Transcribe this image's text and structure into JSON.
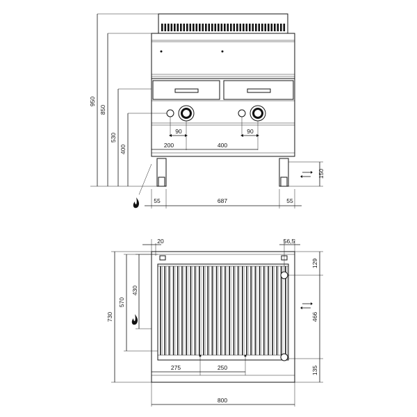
{
  "front_view": {
    "dims": {
      "h950": "950",
      "h850": "850",
      "h530": "530",
      "h400": "400",
      "h150": "150",
      "w90_left": "90",
      "w90_right": "90",
      "w200": "200",
      "w400": "400",
      "w55_left": "55",
      "w687": "687",
      "w55_right": "55"
    },
    "icons": [
      "gas-flame-icon",
      "water-arrows-icon"
    ]
  },
  "top_view": {
    "dims": {
      "w20": "20",
      "w56_5": "56,5",
      "h730": "730",
      "h570": "570",
      "h430": "430",
      "h129": "129",
      "h466": "466",
      "h135": "135",
      "w275": "275",
      "w250": "250",
      "w800": "800"
    },
    "icons": [
      "gas-flame-icon",
      "water-arrows-icon"
    ]
  },
  "colors": {
    "line": "#111111",
    "background": "#ffffff"
  }
}
